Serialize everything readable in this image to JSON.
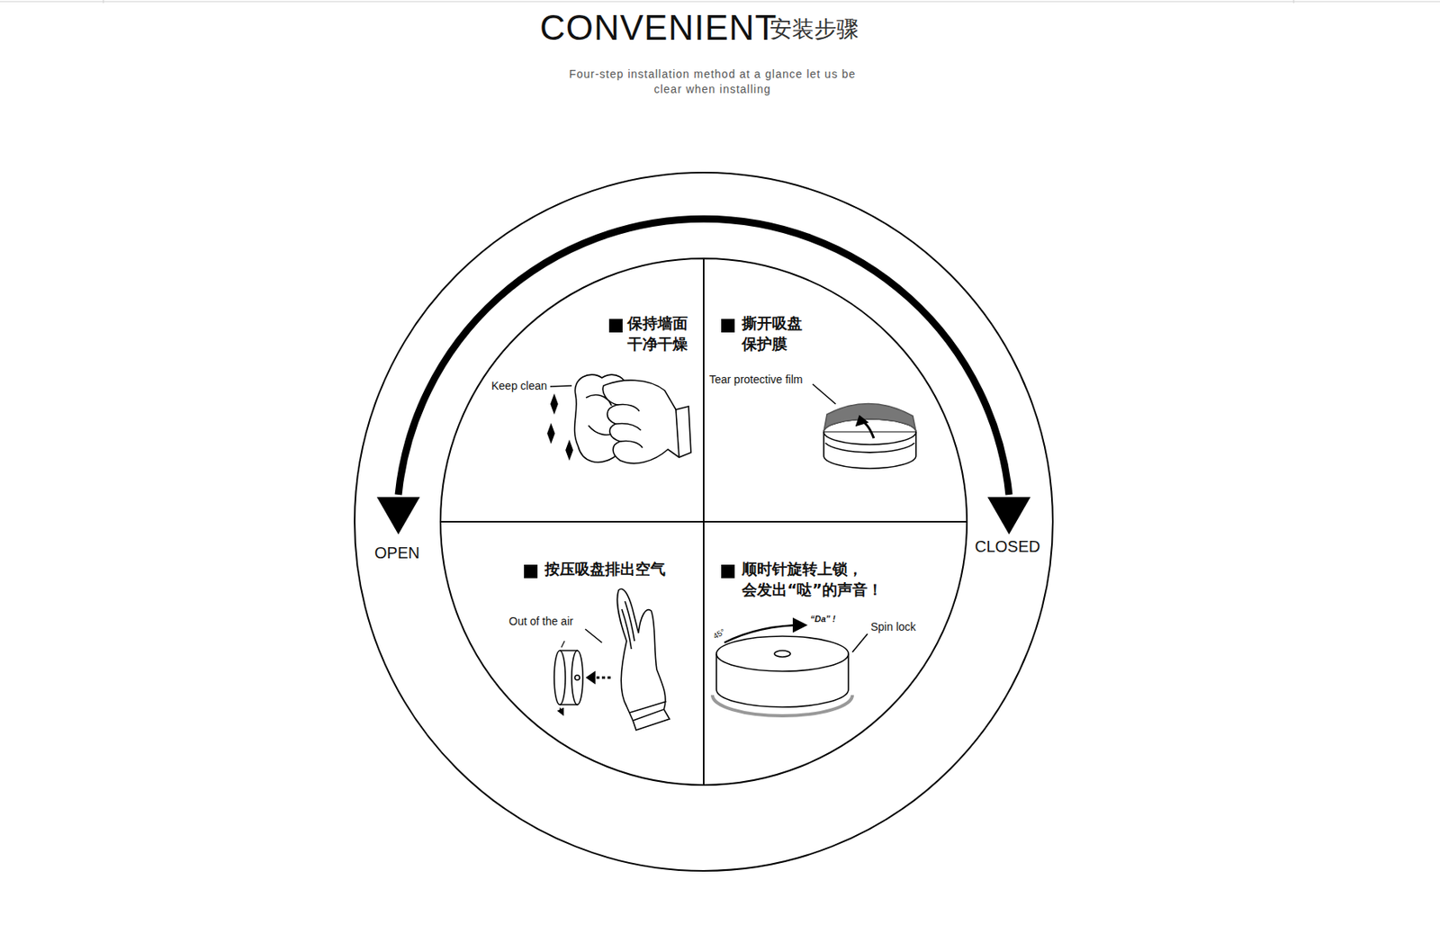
{
  "diagram": {
    "title": "CONVENIENT",
    "nodes": [
      {
        "text": [
          "保持墙面 干净干燥",
          "Keep clean"
        ]
      },
      {
        "text": [
          "撕开吸盘 保护膜",
          "Tear protective film"
        ]
      },
      {
        "text": [
          "按压吸盘排出空气",
          "Out of the air"
        ]
      },
      {
        "text": [
          "顺时针旋转上锁， 会发出“哒”的声音！",
          "Spin lock",
          "“Da” !",
          "45°"
        ]
      }
    ],
    "labels": [
      "安装步骤",
      "Four-step installation method at a glance let us be clear when installing",
      "OPEN",
      "CLOSED"
    ]
  }
}
